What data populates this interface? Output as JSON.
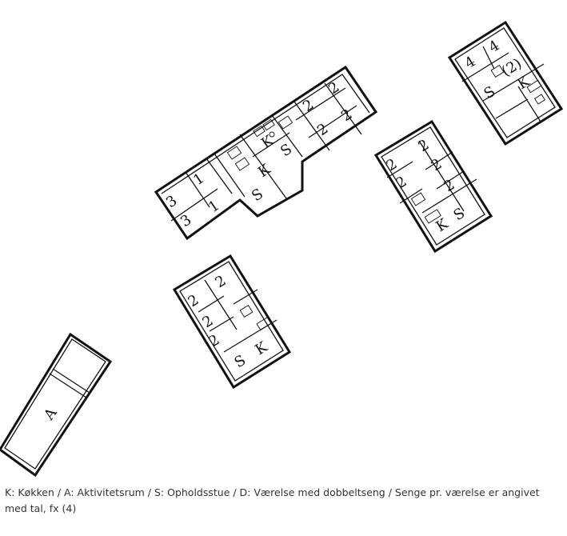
{
  "caption": "K: Køkken / A: Aktivitetsrum / S: Opholdsstue / D: Værelse med dobbeltseng / Senge pr. værelse er angivet med tal, fx (4)",
  "buildings": {
    "activity": {
      "rooms": [
        "A"
      ]
    },
    "long_house": {
      "rooms": [
        "3",
        "1",
        "3",
        "1",
        "K",
        "K",
        "S",
        "S",
        "2",
        "2",
        "2",
        "2"
      ]
    },
    "middle_right_house": {
      "rooms": [
        "2",
        "2",
        "2",
        "2",
        "2",
        "K",
        "S"
      ]
    },
    "top_right_house": {
      "rooms": [
        "4",
        "4",
        "(2)",
        "S",
        "K"
      ]
    },
    "lower_house": {
      "rooms": [
        "2",
        "2",
        "2",
        "2",
        "S",
        "K"
      ]
    }
  }
}
